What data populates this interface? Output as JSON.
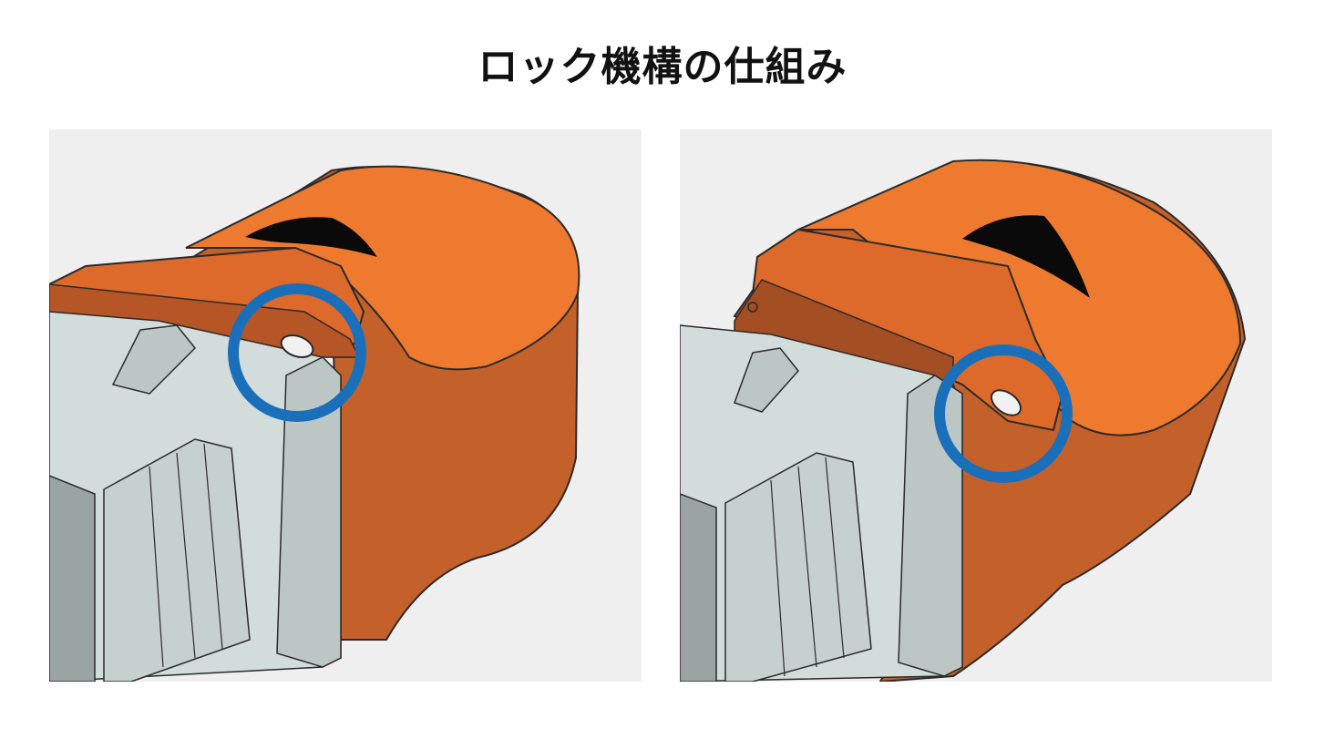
{
  "title": "ロック機構の仕組み",
  "colors": {
    "panel_bg": "#efeff0",
    "orange_light": "#ee7a2f",
    "orange_mid": "#dd6a2a",
    "orange_dark": "#c4602a",
    "orange_inner": "#a44e24",
    "connector_light": "#d2dcdb",
    "connector_mid": "#bcc7c5",
    "connector_dark": "#9aa5a3",
    "highlight_ring": "#1a6fba",
    "slot": "#0a0a0a",
    "outline": "#2a2a2a"
  },
  "panels": [
    {
      "id": "locked",
      "icon": "lock-detail-highlight-ring"
    },
    {
      "id": "released",
      "icon": "lock-detail-highlight-ring"
    }
  ]
}
